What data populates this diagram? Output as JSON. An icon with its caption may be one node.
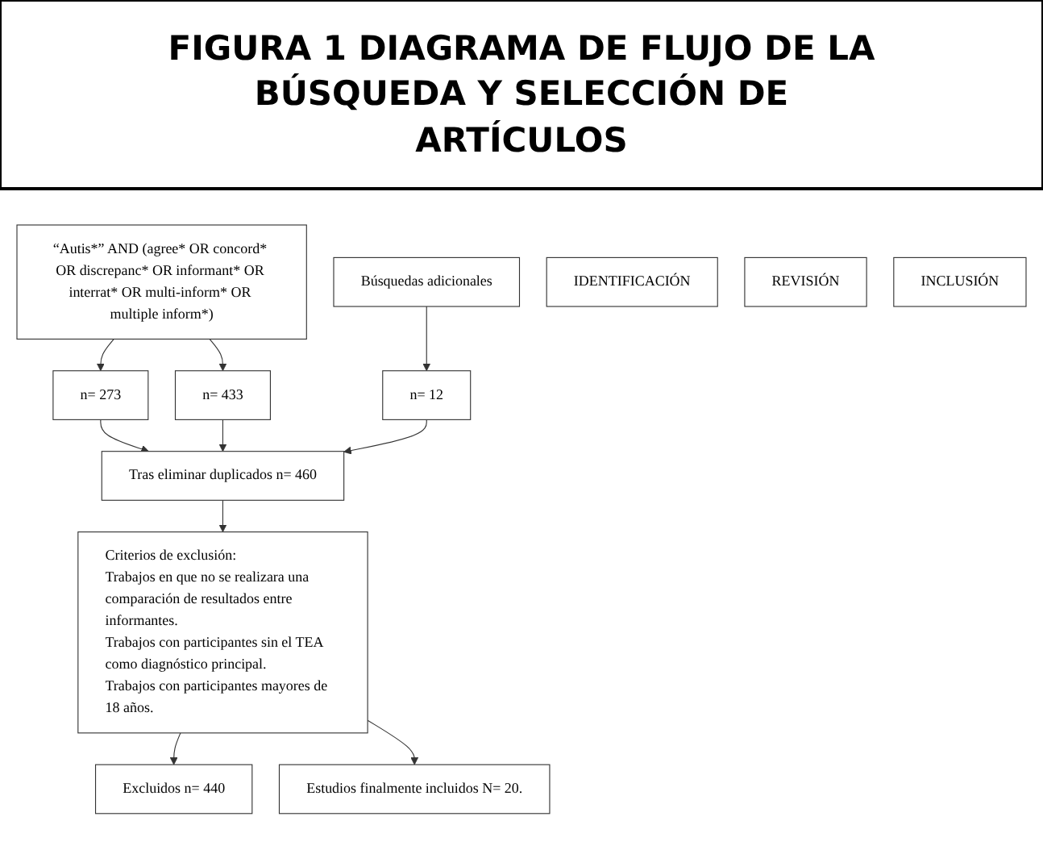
{
  "diagram": {
    "title": "FIGURA 1 DIAGRAMA DE FLUJO DE LA BÚSQUEDA Y SELECCIÓN DE ARTÍCULOS",
    "nodes": [
      {
        "text": [
          "“Autis*” AND (agree* OR concord* OR discrepanc* OR informant* OR interrat* OR multi-inform* OR multiple inform*)"
        ]
      },
      {
        "text": [
          "Búsquedas adicionales"
        ]
      },
      {
        "text": [
          "n= 273"
        ]
      },
      {
        "text": [
          "n= 433"
        ]
      },
      {
        "text": [
          "n= 12"
        ]
      },
      {
        "text": [
          "Tras eliminar duplicados n= 460"
        ]
      },
      {
        "text": [
          "Criterios de exclusión:",
          "Trabajos en que no se realizara una comparación de resultados entre informantes.",
          "Trabajos con participantes sin el TEA como diagnóstico principal.",
          "Trabajos con participantes mayores de 18 años."
        ]
      },
      {
        "text": [
          "Excluidos n= 440"
        ]
      },
      {
        "text": [
          "Estudios finalmente incluidos N= 20."
        ]
      },
      {
        "text": [
          "IDENTIFICACIÓN"
        ]
      },
      {
        "text": [
          "REVISIÓN"
        ]
      },
      {
        "text": [
          "INCLUSIÓN"
        ]
      }
    ],
    "edges": [
      {
        "from": 0,
        "to": 2,
        "arrow": "to"
      },
      {
        "from": 0,
        "to": 3,
        "arrow": "to"
      },
      {
        "from": 1,
        "to": 4,
        "arrow": "to"
      },
      {
        "from": 2,
        "to": 5,
        "arrow": "to"
      },
      {
        "from": 3,
        "to": 5,
        "arrow": "to"
      },
      {
        "from": 4,
        "to": 5,
        "arrow": "to"
      },
      {
        "from": 5,
        "to": 6,
        "arrow": "to"
      },
      {
        "from": 6,
        "to": 7,
        "arrow": "to"
      },
      {
        "from": 6,
        "to": 8,
        "arrow": "to"
      }
    ]
  }
}
